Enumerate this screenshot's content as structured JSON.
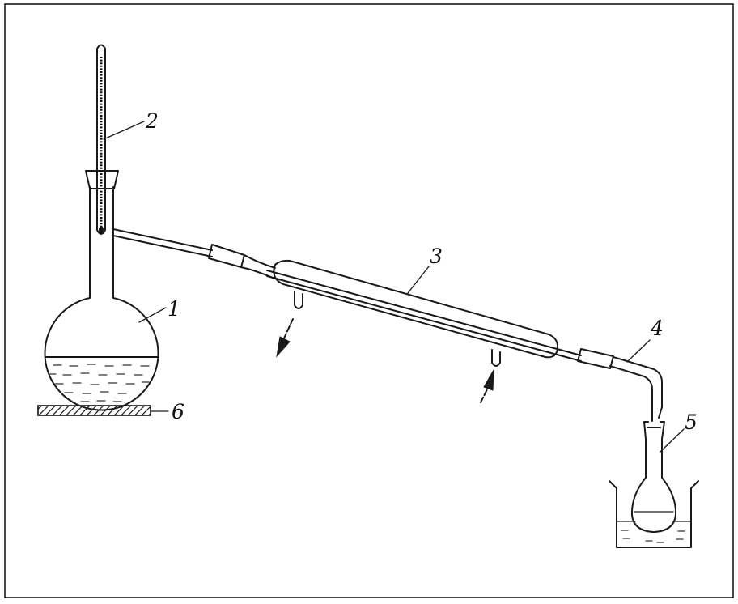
{
  "labels": {
    "flask": "1",
    "thermometer": "2",
    "condenser": "3",
    "adapter": "4",
    "receiver": "5",
    "heater": "6"
  }
}
